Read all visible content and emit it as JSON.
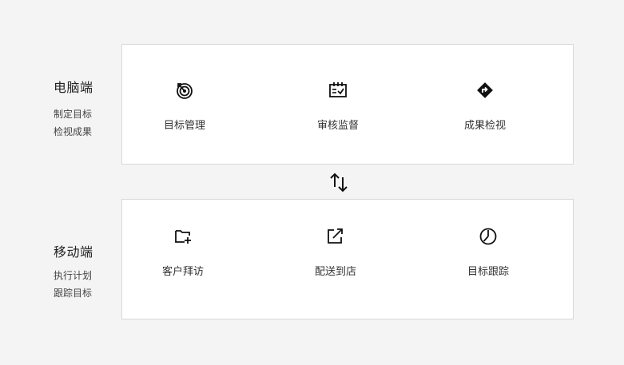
{
  "desktop": {
    "title": "电脑端",
    "subtitle_lines": [
      "制定目标",
      "检视成果"
    ],
    "features": [
      {
        "label": "目标管理",
        "icon": "target-icon"
      },
      {
        "label": "审核监督",
        "icon": "calendar-check-icon"
      },
      {
        "label": "成果检视",
        "icon": "direction-sign-icon"
      }
    ]
  },
  "mobile": {
    "title": "移动端",
    "subtitle_lines": [
      "执行计划",
      "跟踪目标"
    ],
    "features": [
      {
        "label": "客户拜访",
        "icon": "folder-add-icon"
      },
      {
        "label": "配送到店",
        "icon": "external-link-icon"
      },
      {
        "label": "目标跟踪",
        "icon": "clock-icon"
      }
    ]
  },
  "sync_icon": "swap-arrows-icon"
}
